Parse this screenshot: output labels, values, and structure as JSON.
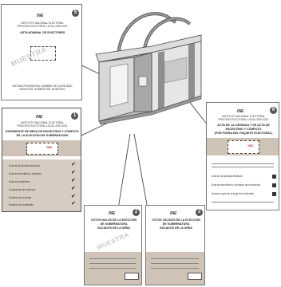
{
  "logo_text": "INE",
  "watermark": "MUESTRA",
  "card5": {
    "number": "5",
    "header_lines": [
      "INSTITUTO NACIONAL ELECTORAL",
      "PROCESO ELECTORAL LOCAL 2020-2021"
    ],
    "title": "LISTA NOMINAL DE ELECTORES",
    "footer_lines": [
      "ENTIDAD FEDERATIVA: NOMBRE DE LA ENTIDAD",
      "MUNICIPIO: NOMBRE DEL MUNICIPIO"
    ]
  },
  "card1": {
    "number": "1",
    "header_lines": [
      "INSTITUTO NACIONAL ELECTORAL",
      "PROCESO ELECTORAL LOCAL 2020-2021"
    ],
    "title_lines": [
      "EXPEDIENTE DE MESA DE ESCRUTINIO Y CÓMPUTO",
      "DE LA ELECCIÓN DE GUBERNATURA"
    ],
    "mark": "DDC",
    "checklist": [
      "Acta de la jornada electoral",
      "Acta de escrutinio y cómputo",
      "Hoja de incidentes",
      "Constancia de clausura",
      "Escritos de protesta",
      "Escritos de incidentes"
    ]
  },
  "card2": {
    "number": "2",
    "title_lines": [
      "VOTOS NULOS DE LA ELECCIÓN",
      "DE GUBERNATURA",
      "SACADOS DE LA URNA"
    ]
  },
  "card3": {
    "number": "3",
    "title_lines": [
      "VOTOS VÁLIDOS DE LA ELECCIÓN",
      "DE GUBERNATURA",
      "SACADOS DE LA URNA"
    ]
  },
  "card6": {
    "number": "6",
    "header_lines": [
      "INSTITUTO NACIONAL ELECTORAL",
      "PROCESO ELECTORAL LOCAL 2020-2021"
    ],
    "title_lines": [
      "ACTA DE LA JORNADA Y DE ACTA DE",
      "ESCRUTINIO Y CÓMPUTO",
      "(POR FUERA DEL PAQUETE ELECTORAL)"
    ],
    "mark": "DDC",
    "items": [
      "Acta de la jornada electoral",
      "Acta de escrutinio y cómputo de la elección",
      "Anexar copia de la hoja de incidentes"
    ]
  }
}
